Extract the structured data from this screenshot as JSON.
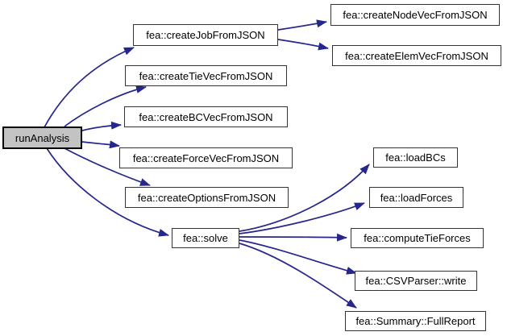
{
  "diagram": {
    "kind": "call-graph",
    "root_function": "runAnalysis",
    "colors": {
      "edge": "#26268b",
      "node_background": "#ffffff",
      "node_border": "#333333",
      "root_background": "#c3c3c3",
      "root_border": "#000000",
      "text": "#000000",
      "page_background": "#ffffff"
    },
    "nodes": [
      {
        "id": "runAnalysis",
        "label": "runAnalysis",
        "role": "root"
      },
      {
        "id": "createJobFromJSON",
        "label": "fea::createJobFromJSON",
        "role": "callee"
      },
      {
        "id": "createTieVecFromJSON",
        "label": "fea::createTieVecFromJSON",
        "role": "callee"
      },
      {
        "id": "createBCVecFromJSON",
        "label": "fea::createBCVecFromJSON",
        "role": "callee"
      },
      {
        "id": "createForceVecFromJSON",
        "label": "fea::createForceVecFromJSON",
        "role": "callee"
      },
      {
        "id": "createOptionsFromJSON",
        "label": "fea::createOptionsFromJSON",
        "role": "callee"
      },
      {
        "id": "solve",
        "label": "fea::solve",
        "role": "callee"
      },
      {
        "id": "createNodeVecFromJSON",
        "label": "fea::createNodeVecFromJSON",
        "role": "callee"
      },
      {
        "id": "createElemVecFromJSON",
        "label": "fea::createElemVecFromJSON",
        "role": "callee"
      },
      {
        "id": "loadBCs",
        "label": "fea::loadBCs",
        "role": "callee"
      },
      {
        "id": "loadForces",
        "label": "fea::loadForces",
        "role": "callee"
      },
      {
        "id": "computeTieForces",
        "label": "fea::computeTieForces",
        "role": "callee"
      },
      {
        "id": "CSVParserWrite",
        "label": "fea::CSVParser::write",
        "role": "callee"
      },
      {
        "id": "SummaryFullReport",
        "label": "fea::Summary::FullReport",
        "role": "callee"
      }
    ],
    "edges": [
      {
        "from": "runAnalysis",
        "to": "fea::createJobFromJSON"
      },
      {
        "from": "runAnalysis",
        "to": "fea::createTieVecFromJSON"
      },
      {
        "from": "runAnalysis",
        "to": "fea::createBCVecFromJSON"
      },
      {
        "from": "runAnalysis",
        "to": "fea::createForceVecFromJSON"
      },
      {
        "from": "runAnalysis",
        "to": "fea::createOptionsFromJSON"
      },
      {
        "from": "runAnalysis",
        "to": "fea::solve"
      },
      {
        "from": "fea::createJobFromJSON",
        "to": "fea::createNodeVecFromJSON"
      },
      {
        "from": "fea::createJobFromJSON",
        "to": "fea::createElemVecFromJSON"
      },
      {
        "from": "fea::solve",
        "to": "fea::loadBCs"
      },
      {
        "from": "fea::solve",
        "to": "fea::loadForces"
      },
      {
        "from": "fea::solve",
        "to": "fea::computeTieForces"
      },
      {
        "from": "fea::solve",
        "to": "fea::CSVParser::write"
      },
      {
        "from": "fea::solve",
        "to": "fea::Summary::FullReport"
      }
    ]
  }
}
